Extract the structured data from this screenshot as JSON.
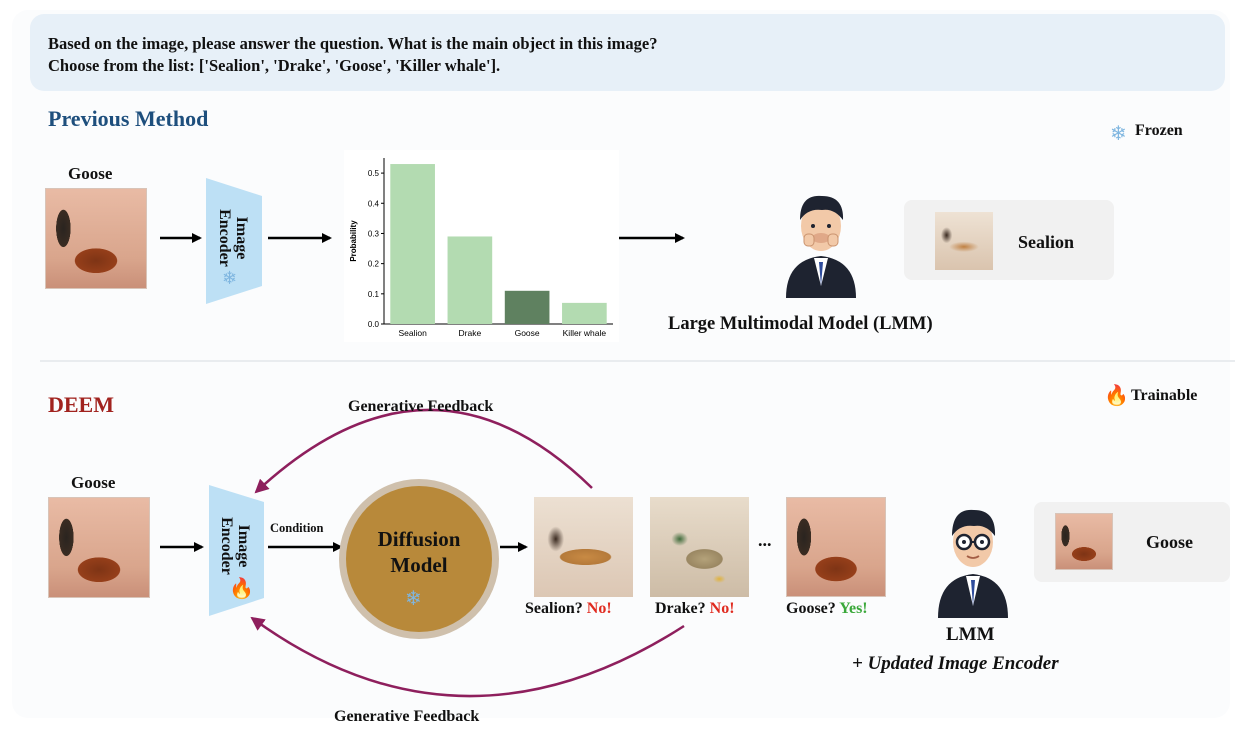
{
  "question": {
    "line1": "Based on the image, please answer the question. What is the main object in this image?",
    "line2": "Choose from the list: ['Sealion', 'Drake', 'Goose', 'Killer whale']."
  },
  "previous": {
    "title": "Previous Method",
    "frozen_label": "Frozen",
    "input_label": "Goose",
    "encoder_label_1": "Image",
    "encoder_label_2": "Encoder",
    "lmm_label": "Large Multimodal Model (LMM)",
    "answer": "Sealion"
  },
  "deem": {
    "title": "DEEM",
    "trainable_label": "Trainable",
    "input_label": "Goose",
    "encoder_label_1": "Image",
    "encoder_label_2": "Encoder",
    "condition_label": "Condition",
    "diffusion_label_1": "Diffusion",
    "diffusion_label_2": "Model",
    "feedback_top": "Generative Feedback",
    "feedback_bottom": "Generative Feedback",
    "ellipsis": "...",
    "candidates": [
      {
        "question": "Sealion?",
        "verdict": "No!"
      },
      {
        "question": "Drake?",
        "verdict": "No!"
      },
      {
        "question": "Goose?",
        "verdict": "Yes!"
      }
    ],
    "lmm_label": "LMM",
    "lmm_sublabel": "+ Updated Image Encoder",
    "answer": "Goose"
  },
  "chart_data": {
    "type": "bar",
    "categories": [
      "Sealion",
      "Drake",
      "Goose",
      "Killer whale"
    ],
    "values": [
      0.53,
      0.29,
      0.11,
      0.07
    ],
    "highlight": "Goose",
    "colors": {
      "bar": "#b3dbb1",
      "highlight": "#5f8160"
    },
    "title": "",
    "xlabel": "",
    "ylabel": "Probability",
    "ylim": [
      0,
      0.55
    ],
    "yticks": [
      "0.0",
      "0.1",
      "0.2",
      "0.3",
      "0.4",
      "0.5"
    ],
    "grid": false
  },
  "colors": {
    "arrow": "#000000",
    "feedback_arrow": "#8e1f5d",
    "encoder": "#bde0f5",
    "diffusion": "#b8893a",
    "no": "#e02b20",
    "yes": "#3aa83a"
  }
}
